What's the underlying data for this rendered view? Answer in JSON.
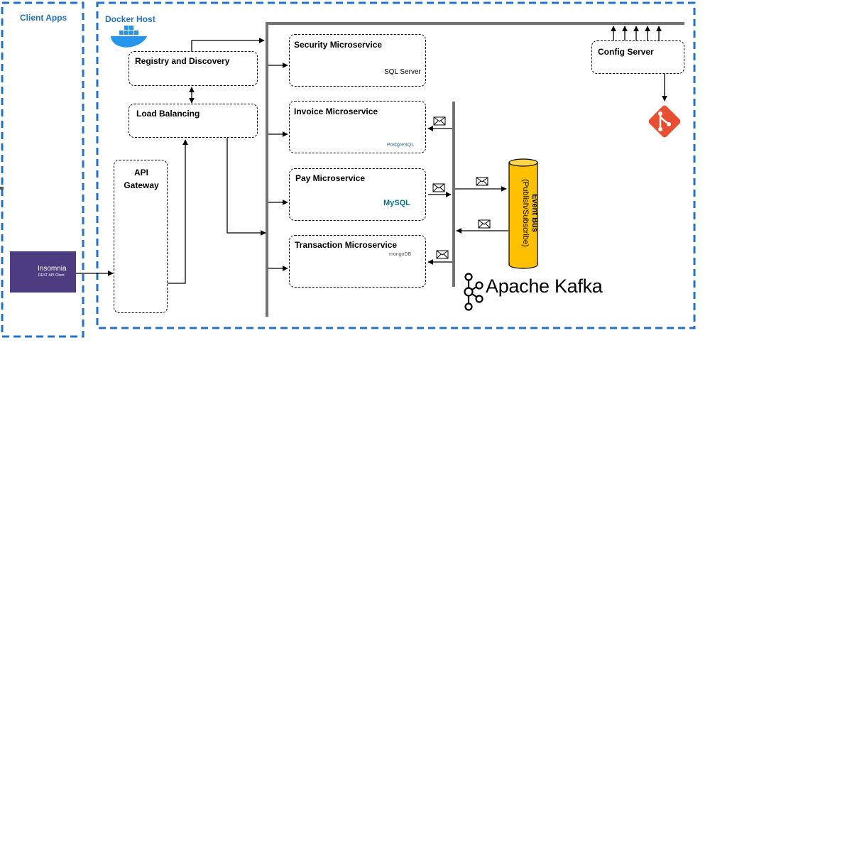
{
  "client_apps": {
    "title": "Client Apps"
  },
  "insomnia": {
    "name": "Insomnia",
    "subtitle": "REST API Client"
  },
  "docker_host": {
    "title": "Docker Host"
  },
  "registry": {
    "title": "Registry and Discovery"
  },
  "load_balancing": {
    "title": "Load Balancing"
  },
  "api_gateway": {
    "title_line1": "API",
    "title_line2": "Gateway"
  },
  "config_server": {
    "title": "Config Server"
  },
  "services": [
    {
      "title": "Security Microservice",
      "db_label": "SQL Server",
      "db_color": "#f0882a"
    },
    {
      "title": "Invoice Microservice",
      "db_label": "PostgreSQL",
      "db_color": "#e8141b"
    },
    {
      "title": "Pay Microservice",
      "db_label": "MySQL",
      "db_color": "#4878d0"
    },
    {
      "title": "Transaction Microservice",
      "db_label": "mongoDB",
      "db_color": "#92d050"
    }
  ],
  "event_bus": {
    "line1": "Event Bus",
    "line2": "(Publish/Subscribe)",
    "color": "#ffc000"
  },
  "kafka": {
    "label": "Apache Kafka"
  },
  "colors": {
    "dashed_border": "#1f72c4",
    "bus_line": "#767171",
    "git": "#e84e31"
  }
}
